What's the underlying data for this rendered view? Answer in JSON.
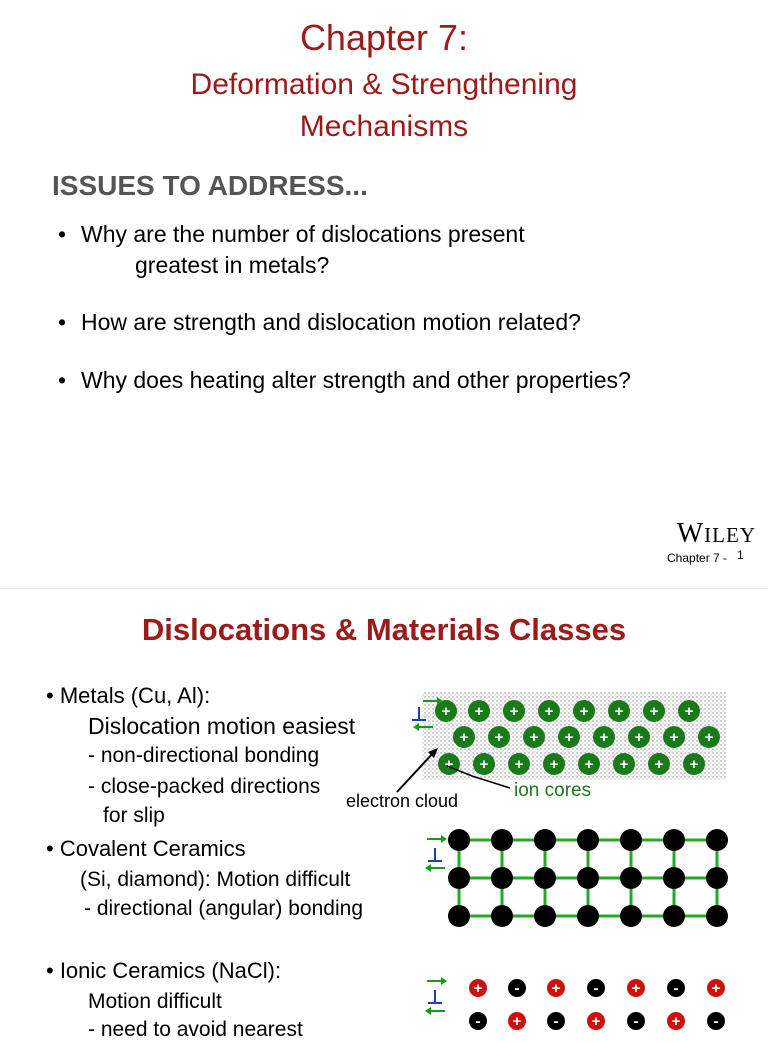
{
  "slide1": {
    "title": "Chapter 7:",
    "subtitle_line1": "Deformation & Strengthening",
    "subtitle_line2": "Mechanisms",
    "issues_heading": "ISSUES TO ADDRESS...",
    "bullets": [
      {
        "line1": "Why are the number of dislocations present",
        "line2": "greatest in metals?"
      },
      {
        "line1": "How are strength and dislocation motion related?"
      },
      {
        "line1": "Why does heating alter strength and other properties?"
      }
    ],
    "logo_text_w": "W",
    "logo_text_rest": "ILEY",
    "page_label": "Chapter 7 -",
    "page_number": "1"
  },
  "slide2": {
    "title": "Dislocations & Materials Classes",
    "metals": {
      "heading": "• Metals (Cu, Al):",
      "line1": "Dislocation motion easiest",
      "line2": "- non-directional bonding",
      "line3": "- close-packed directions",
      "line4": "for slip",
      "label_electron_cloud": "electron cloud",
      "label_ion_cores": "ion cores",
      "ion_symbol": "+"
    },
    "covalent": {
      "heading": "• Covalent Ceramics",
      "line1": "(Si, diamond):  Motion difficult",
      "line2": "- directional (angular) bonding"
    },
    "ionic": {
      "heading": "• Ionic Ceramics (NaCl):",
      "line1": "Motion difficult",
      "line2": "- need to avoid nearest",
      "cation_symbol": "+",
      "anion_symbol": "-"
    },
    "dislocation_symbol": "⊥"
  },
  "colors": {
    "title_red": "#9b1b1b",
    "ion_green": "#1a7a1a",
    "bond_green": "#22aa22",
    "cation_red": "#cc1111",
    "arrow_blue": "#1f3fb5"
  }
}
